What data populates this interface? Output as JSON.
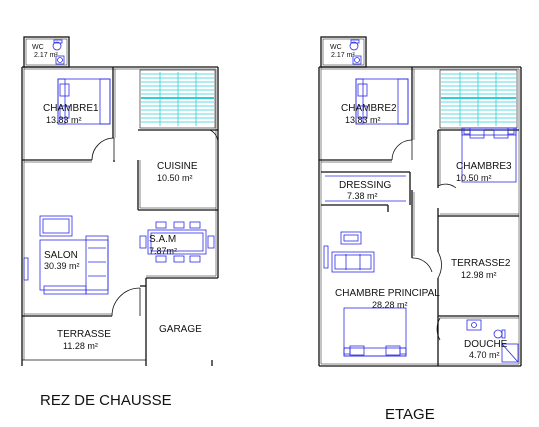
{
  "plans": [
    {
      "title": "REZ DE CHAUSSE",
      "rooms": [
        {
          "name": "WC",
          "area": "2.17 m²"
        },
        {
          "name": "CHAMBRE1",
          "area": "13.83 m²"
        },
        {
          "name": "CUISINE",
          "area": "10.50 m²"
        },
        {
          "name": "S.A.M",
          "area": "7.87m²"
        },
        {
          "name": "SALON",
          "area": "30.39 m²"
        },
        {
          "name": "TERRASSE",
          "area": "11.28 m²"
        },
        {
          "name": "GARAGE",
          "area": ""
        }
      ]
    },
    {
      "title": "ETAGE",
      "rooms": [
        {
          "name": "WC",
          "area": "2.17 m²"
        },
        {
          "name": "CHAMBRE2",
          "area": "13.83 m²"
        },
        {
          "name": "CHAMBRE3",
          "area": "10.50 m²"
        },
        {
          "name": "DRESSING",
          "area": "7.38 m²"
        },
        {
          "name": "TERRASSE2",
          "area": "12.98 m²"
        },
        {
          "name": "CHAMBRE PRINCIPAL",
          "area": "28.28 m²"
        },
        {
          "name": "DOUCHE",
          "area": "4.70 m²"
        }
      ]
    }
  ],
  "colors": {
    "wall": "#111111",
    "furniture": "#2a2ae6",
    "stairs": "#2ecfd6"
  }
}
